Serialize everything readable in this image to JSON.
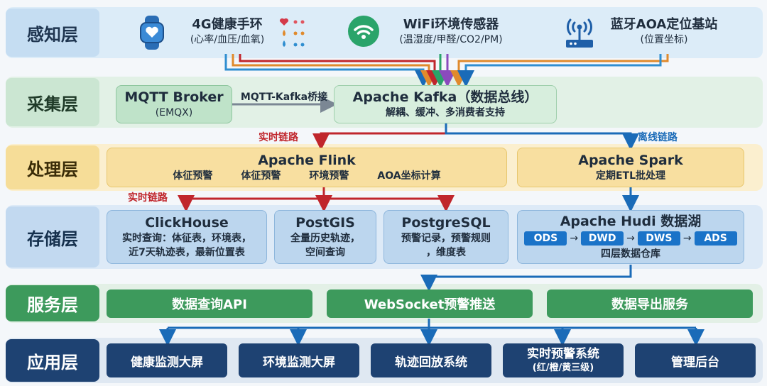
{
  "layers": {
    "perception": "感知层",
    "collection": "采集层",
    "processing": "处理层",
    "storage": "存储层",
    "service": "服务层",
    "application": "应用层"
  },
  "perception": {
    "band": {
      "name": "4G健康手环",
      "sub": "(心率/血压/血氧)",
      "icon": "smartwatch-icon"
    },
    "wifi": {
      "name": "WiFi环境传感器",
      "sub": "(温湿度/甲醛/CO2/PM)",
      "icon": "wifi-sensor-icon"
    },
    "aoa": {
      "name": "蓝牙AOA定位基站",
      "sub": "(位置坐标)",
      "icon": "antenna-base-station-icon"
    }
  },
  "collection": {
    "mqtt": {
      "title": "MQTT Broker",
      "sub": "(EMQX)"
    },
    "bridge_label": "MQTT-Kafka桥接",
    "kafka": {
      "title": "Apache Kafka（数据总线）",
      "sub": "解耦、缓冲、多消费者支持"
    }
  },
  "links": {
    "realtime_1": "实时链路",
    "offline": "离线链路",
    "realtime_2": "实时链路"
  },
  "processing": {
    "flink": {
      "title": "Apache Flink",
      "tasks": [
        "体征预警",
        "体征预警",
        "环境预警",
        "AOA坐标计算"
      ]
    },
    "spark": {
      "title": "Apache Spark",
      "sub": "定期ETL批处理"
    }
  },
  "storage": {
    "clickhouse": {
      "title": "ClickHouse",
      "line1": "实时查询：体征表，环境表，",
      "line2": "近7天轨迹表，最新位置表"
    },
    "postgis": {
      "title": "PostGIS",
      "line1": "全量历史轨迹，",
      "line2": "空间查询"
    },
    "postgresql": {
      "title": "PostgreSQL",
      "line1": "预警记录，预警规则",
      "line2": "，维度表"
    },
    "hudi": {
      "title": "Apache Hudi 数据湖",
      "stages": [
        "ODS",
        "DWD",
        "DWS",
        "ADS"
      ],
      "sub": "四层数据仓库"
    }
  },
  "service": {
    "items": [
      "数据查询API",
      "WebSocket预警推送",
      "数据导出服务"
    ]
  },
  "application": {
    "items": [
      {
        "title": "健康监测大屏",
        "sub": ""
      },
      {
        "title": "环境监测大屏",
        "sub": ""
      },
      {
        "title": "轨迹回放系统",
        "sub": ""
      },
      {
        "title": "实时预警系统",
        "sub": "(红/橙/黄三级)"
      },
      {
        "title": "管理后台",
        "sub": ""
      }
    ]
  },
  "colors": {
    "perception_band": "#dcecf8",
    "collection_band": "#e2f1e6",
    "processing_band": "#fbefcf",
    "storage_band": "#ddeaf7",
    "service_band": "#e3f0e6",
    "application_band": "#dfe8f2",
    "realtime_link": "#c0262c",
    "offline_link": "#1a6bb8",
    "service_green": "#3d9a5c",
    "app_navy": "#1e4272"
  }
}
